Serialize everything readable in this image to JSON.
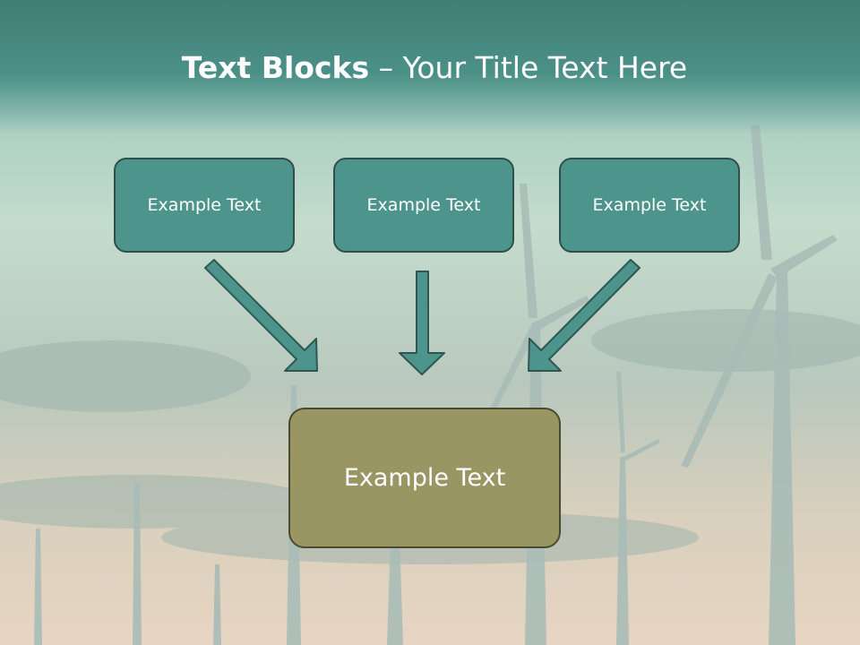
{
  "slide": {
    "title_bold": "Text Blocks",
    "title_rest": " – Your Title Text Here",
    "boxes": [
      {
        "label": "Example Text"
      },
      {
        "label": "Example Text"
      },
      {
        "label": "Example Text"
      }
    ],
    "target": {
      "label": "Example Text"
    }
  },
  "colors": {
    "title_band": "#3f7f75",
    "box_fill": "#4d958c",
    "target_fill": "#999664",
    "arrow": "#4d958c"
  }
}
